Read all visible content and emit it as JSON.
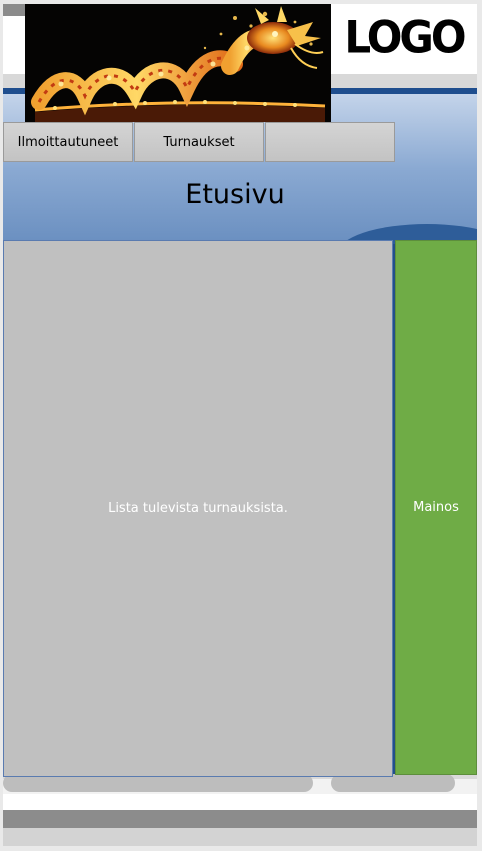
{
  "header": {
    "logo_text": "LOGO",
    "hero_image": "dragon-lantern-image"
  },
  "nav": {
    "items": [
      {
        "label": "Ilmoittautuneet"
      },
      {
        "label": "Turnaukset"
      },
      {
        "label": ""
      }
    ]
  },
  "main": {
    "title": "Etusivu",
    "content_text": "Lista tulevista turnauksista.",
    "ad_text": "Mainos"
  },
  "colors": {
    "accent_blue": "#1f4e8e",
    "ad_green": "#6fac46",
    "content_grey": "#c0c0c0"
  }
}
